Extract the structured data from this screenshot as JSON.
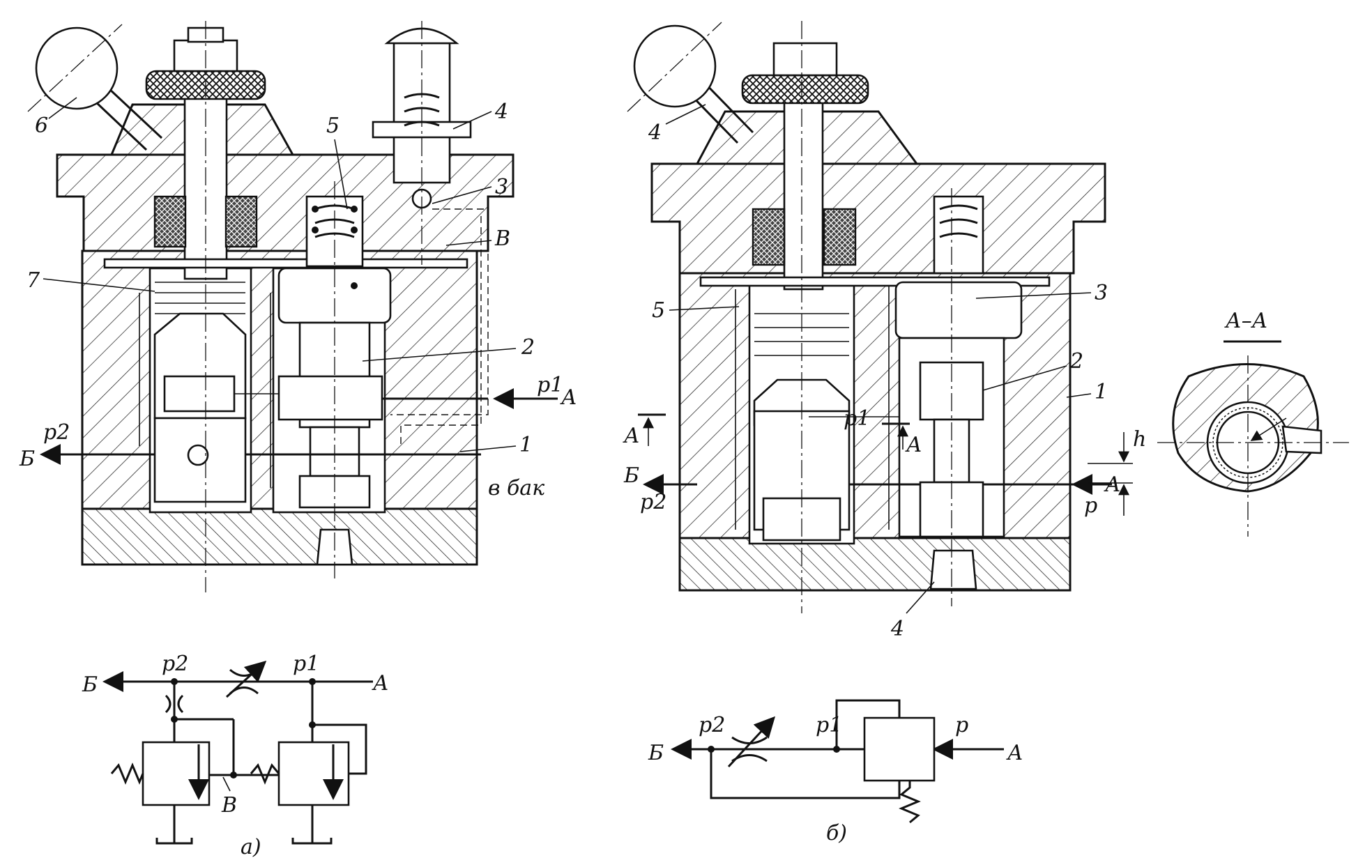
{
  "figure_a": {
    "callouts": [
      "6",
      "5",
      "4",
      "3",
      "В",
      "7",
      "2",
      "p1",
      "А",
      "1",
      "p2",
      "Б",
      "в бак"
    ],
    "schematic": {
      "labels": [
        "Б",
        "p2",
        "p1",
        "А",
        "В"
      ],
      "caption": "а)"
    }
  },
  "figure_b": {
    "callouts": [
      "4",
      "3",
      "5",
      "2",
      "1",
      "А",
      "p1",
      "А",
      "h",
      "Б",
      "p2",
      "p",
      "А",
      "4"
    ],
    "schematic": {
      "labels": [
        "Б",
        "p2",
        "p1",
        "p",
        "А"
      ],
      "caption": "б)"
    }
  },
  "section": {
    "title": "А–А"
  }
}
